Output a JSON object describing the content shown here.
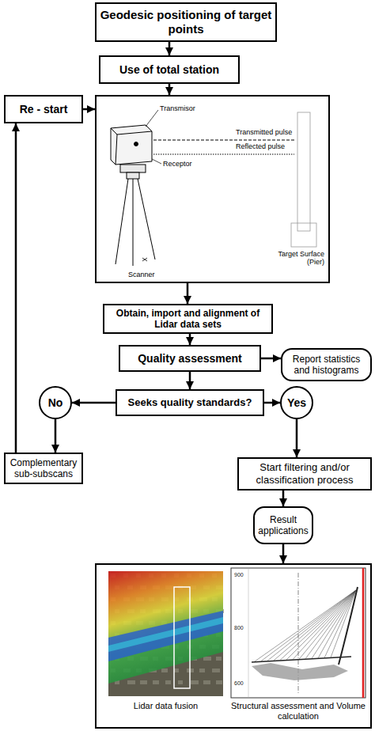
{
  "diagram": {
    "nodes": [
      {
        "text": [
          "Geodesic positioning of target points"
        ]
      },
      {
        "text": [
          "Use of total station"
        ]
      },
      {
        "text": [
          "Re - start"
        ]
      },
      {
        "text": [
          "Transmisor",
          "Transmitted pulse",
          "Reflected pulse",
          "Receptor",
          "Scanner",
          "Target Surface (Pier)"
        ]
      },
      {
        "text": [
          "Obtain, import and alignment of Lidar data sets"
        ]
      },
      {
        "text": [
          "Quality assessment"
        ]
      },
      {
        "text": [
          "Report statistics and histograms"
        ]
      },
      {
        "text": [
          "No"
        ]
      },
      {
        "text": [
          "Seeks quality standards?"
        ]
      },
      {
        "text": [
          "Yes"
        ]
      },
      {
        "text": [
          "Complementary sub-subscans"
        ]
      },
      {
        "text": [
          "Start filtering and/or classification process"
        ]
      },
      {
        "text": [
          "Result applications"
        ]
      },
      {
        "text": [
          "Lidar data fusion",
          "Structural assessment and Volume calculation"
        ]
      }
    ],
    "edges": [
      {
        "from": 0,
        "to": 1,
        "arrow": "to"
      },
      {
        "from": 1,
        "to": 3,
        "arrow": "to"
      },
      {
        "from": 2,
        "to": 3,
        "arrow": "to"
      },
      {
        "from": 3,
        "to": 4,
        "arrow": "to"
      },
      {
        "from": 4,
        "to": 5,
        "arrow": "to"
      },
      {
        "from": 5,
        "to": 6,
        "arrow": "to"
      },
      {
        "from": 5,
        "to": 8,
        "arrow": "to"
      },
      {
        "from": 8,
        "to": 7,
        "arrow": "to"
      },
      {
        "from": 8,
        "to": 9,
        "arrow": "to"
      },
      {
        "from": 7,
        "to": 10,
        "arrow": "to"
      },
      {
        "from": 10,
        "to": 2,
        "arrow": "to"
      },
      {
        "from": 9,
        "to": 11,
        "arrow": "to"
      },
      {
        "from": 11,
        "to": 12,
        "arrow": "to"
      },
      {
        "from": 12,
        "to": 13,
        "arrow": "to"
      }
    ],
    "labels": [
      "900",
      "800",
      "600"
    ]
  }
}
